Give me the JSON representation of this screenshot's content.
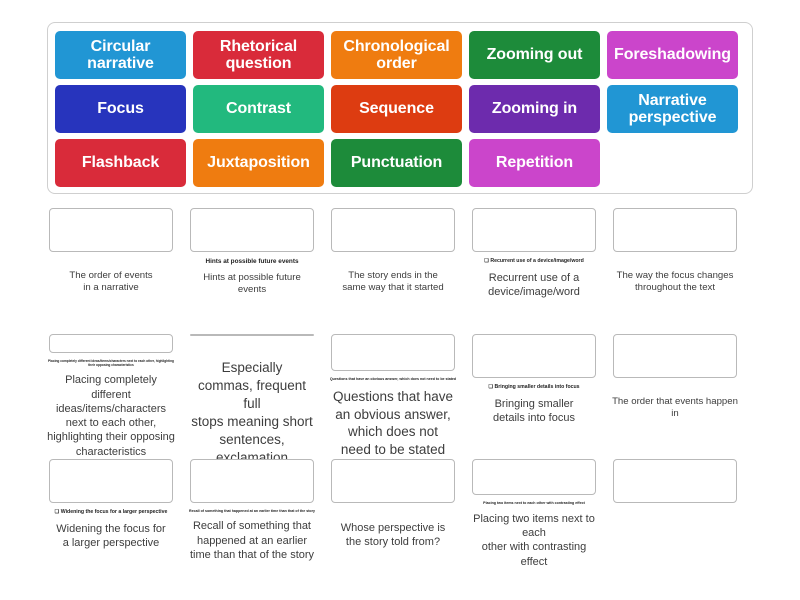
{
  "activity": {
    "type": "drag-and-drop-match-up",
    "tile_text_color": "#ffffff"
  },
  "tiles": {
    "rows": [
      [
        {
          "label": "Circular narrative",
          "color": "#2196d4"
        },
        {
          "label": "Rhetorical question",
          "color": "#d92b3a"
        },
        {
          "label": "Chronological order",
          "color": "#ef7c10"
        },
        {
          "label": "Zooming out",
          "color": "#1d8b3a"
        },
        {
          "label": "Foreshadowing",
          "color": "#cb45cb"
        }
      ],
      [
        {
          "label": "Focus",
          "color": "#2734bd"
        },
        {
          "label": "Contrast",
          "color": "#22b97e"
        },
        {
          "label": "Sequence",
          "color": "#dd3c11"
        },
        {
          "label": "Zooming in",
          "color": "#6d2bad"
        },
        {
          "label": "Narrative perspective",
          "color": "#2196d4"
        }
      ],
      [
        {
          "label": "Flashback",
          "color": "#d92b3a"
        },
        {
          "label": "Juxtaposition",
          "color": "#ef7c10"
        },
        {
          "label": "Punctuation",
          "color": "#1d8b3a"
        },
        {
          "label": "Repetition",
          "color": "#cb45cb"
        },
        {
          "label": "",
          "color": "transparent",
          "empty": true
        }
      ]
    ]
  },
  "answers": {
    "rows": [
      [
        {
          "micro": "The order of events in a narrative",
          "micro_size": "hidden",
          "caption": "The order of events\nin a narrative",
          "caption_size": "normal"
        },
        {
          "micro": "Hints at possible future events",
          "micro_size": "sz2",
          "caption": "Hints at possible future events",
          "caption_size": "normal"
        },
        {
          "micro": "The story ends in the same way that it started",
          "micro_size": "hidden",
          "caption": "The story ends in the\nsame way that it started",
          "caption_size": "normal"
        },
        {
          "micro": "❑ Recurrent use of a device/image/word",
          "micro_size": "sz5",
          "caption": "Recurrent use of a\ndevice/image/word",
          "caption_size": "med"
        },
        {
          "micro": "The way the focus changes throughout the text",
          "micro_size": "hidden",
          "caption": "The way the focus changes\nthroughout the text",
          "caption_size": "normal"
        }
      ],
      [
        {
          "micro": "Placing completely different ideas/items/characters next to each other, highlighting their opposing characteristics",
          "micro_size": "sz4",
          "caption": "Placing completely different ideas/items/characters next to each other, highlighting their opposing characteristics",
          "caption_size": "med"
        },
        {
          "micro": "Especially commas, frequent full stops meaning short sentences, exclamation or question marks",
          "micro_size": "hidden",
          "caption": "Especially\ncommas, frequent full\nstops meaning short\nsentences, exclamation\nor question marks",
          "caption_size": "big"
        },
        {
          "micro": "Questions that have an obvious answer, which does not need to be stated",
          "micro_size": "sz3",
          "caption": "Questions that have\nan obvious answer,\nwhich does not\nneed to be stated",
          "caption_size": "big"
        },
        {
          "micro": "❑ Bringing smaller details into focus",
          "micro_size": "sz5",
          "caption": "Bringing smaller\ndetails into focus",
          "caption_size": "med"
        },
        {
          "micro": "The order that events happen in",
          "micro_size": "hidden",
          "caption": "The order that events happen in",
          "caption_size": "normal"
        }
      ],
      [
        {
          "micro": "❑ Widening the focus for a larger perspective",
          "micro_size": "sz5",
          "caption": "Widening the focus for\na larger perspective",
          "caption_size": "med"
        },
        {
          "micro": "Recall of something that happened at an earlier time than that of the story",
          "micro_size": "sz3",
          "caption": "Recall of something that\nhappened at an earlier\ntime than that of the story",
          "caption_size": "med"
        },
        {
          "micro": "Whose perspective is the story told from?",
          "micro_size": "hidden",
          "caption": "Whose perspective is\nthe story told from?",
          "caption_size": "med"
        },
        {
          "micro": "Placing two items next to each other with contrasting effect",
          "micro_size": "sz3",
          "caption": "Placing two items next to each\nother with contrasting effect",
          "caption_size": "med"
        },
        {
          "micro": "",
          "micro_size": "hidden",
          "caption": "",
          "caption_size": "normal"
        }
      ]
    ]
  }
}
